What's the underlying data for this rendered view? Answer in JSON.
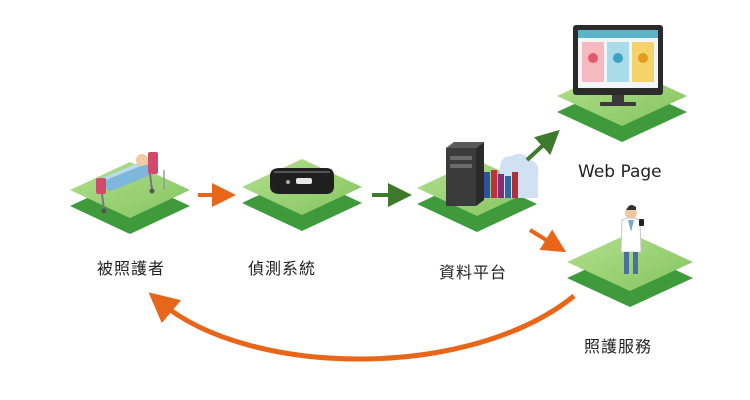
{
  "nodes": {
    "patient": {
      "label": "被照護者",
      "icon": "patient-bed-icon"
    },
    "sensor": {
      "label": "偵測系統",
      "icon": "sensor-device-icon"
    },
    "data_platform": {
      "label": "資料平台",
      "icon": "server-database-icon"
    },
    "web_page": {
      "label": "Web Page",
      "icon": "monitor-dashboard-icon"
    },
    "care_service": {
      "label": "照護服務",
      "icon": "doctor-icon"
    }
  },
  "colors": {
    "tile_top": "#8fcf6a",
    "tile_side": "#3f9a3b",
    "arrow_orange": "#e8661a",
    "arrow_green": "#3e7a2c",
    "label_text": "#222222"
  }
}
